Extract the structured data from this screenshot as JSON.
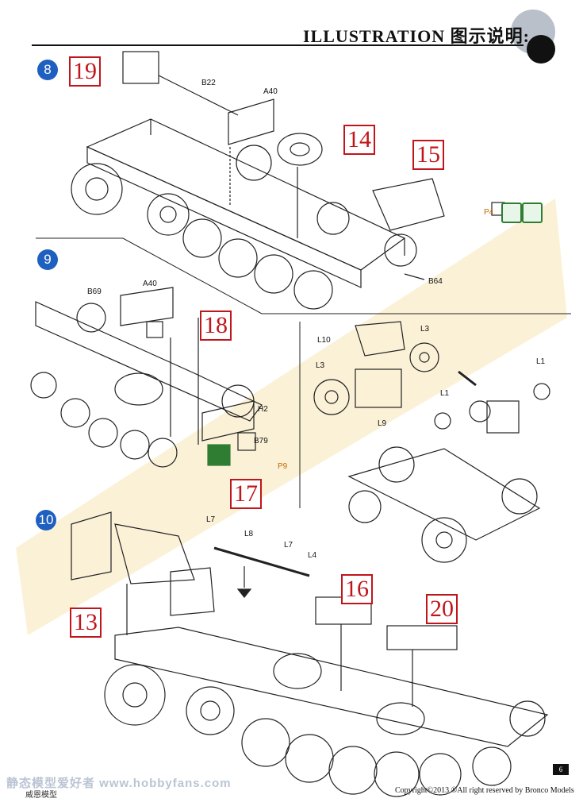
{
  "header": {
    "title": "ILLUSTRATION 图示说明:"
  },
  "steps": {
    "s8": "8",
    "s9": "9",
    "s10": "10"
  },
  "callouts": {
    "c19": "19",
    "c14": "14",
    "c15": "15",
    "c18": "18",
    "c17": "17",
    "c13": "13",
    "c16": "16",
    "c20": "20"
  },
  "parts": {
    "b22": "B22",
    "a40_top": "A40",
    "p4": "P4",
    "b64": "B64",
    "b69": "B69",
    "a40_mid": "A40",
    "h2": "H2",
    "b79": "B79",
    "p9": "P9",
    "l10": "L10",
    "l3_a": "L3",
    "l3_b": "L3",
    "l1_a": "L1",
    "l1_b": "L1",
    "l9": "L9",
    "l7_a": "L7",
    "l8": "L8",
    "l7_b": "L7",
    "l4": "L4"
  },
  "footer": {
    "page_number": "6",
    "copyright": "Copyright©2013  ®All right reserved by Bronco Models",
    "left_text": "威恩模型",
    "watermark": "静态模型爱好者 www.hobbyfans.com"
  }
}
